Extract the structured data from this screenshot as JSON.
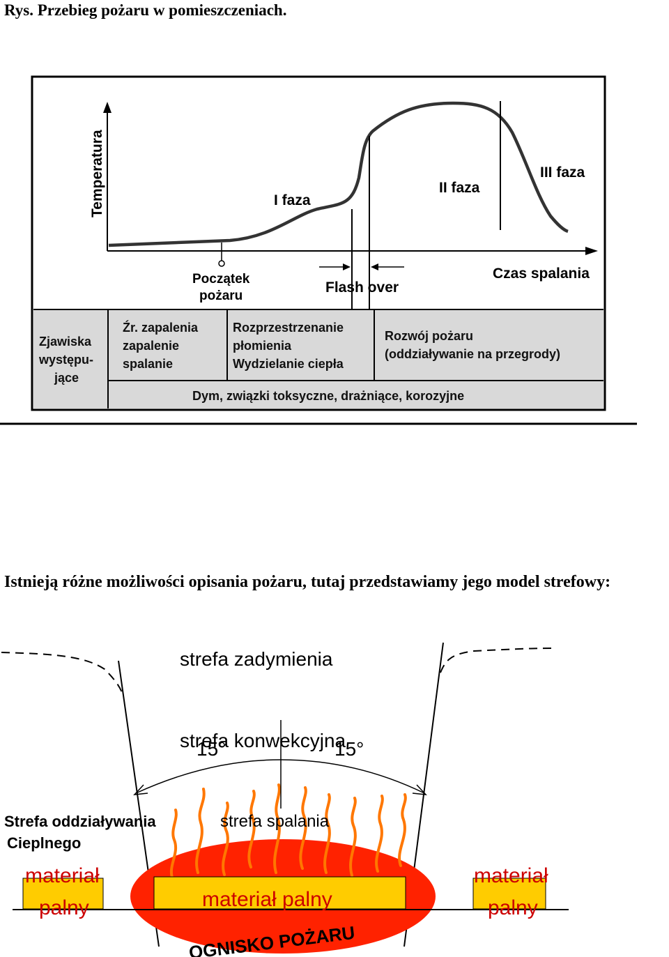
{
  "caption": "Rys. Przebieg pożaru w pomieszczeniach.",
  "chart": {
    "ylabel": "Temperatura",
    "xlabel": "Czas spalania",
    "phase1": "I faza",
    "phase2": "II faza",
    "phase3": "III faza",
    "start_line1": "Początek",
    "start_line2": "pożaru",
    "flashover": "Flash over",
    "table": {
      "header_line1": "Zjawiska",
      "header_line2": "występu-",
      "header_line3": "jące",
      "col1": [
        "Źr. zapalenia",
        "zapalenie",
        "spalanie"
      ],
      "col2": [
        "Rozprzestrzenanie",
        "płomienia",
        "Wydzielanie ciepła"
      ],
      "col3": [
        "Rozwój pożaru",
        "(oddziaływanie na przegrody)"
      ],
      "bottom": "Dym, związki toksyczne, drażniące, korozyjne"
    }
  },
  "paragraph": "Istnieją różne możliwości opisania pożaru, tutaj przedstawiamy jego model strefowy:",
  "zones": {
    "smoke": "strefa zadymienia",
    "convection": "strefa konwekcyjna",
    "angle_left": "15°",
    "angle_right": "15°",
    "combustion": "strefa spalania",
    "heat_line1": "Strefa oddziaływania",
    "heat_line2": "Cieplnego",
    "fuel_left_line1": "materiał",
    "fuel_left_line2": "palny",
    "fuel_center": "materiał palny",
    "fuel_right_line1": "materiał",
    "fuel_right_line2": "palny",
    "fire_source": "OGNISKO POŻARU"
  },
  "colors": {
    "fire_red": "#ff2200",
    "flame_orange": "#ff7700",
    "fuel_yellow": "#ffcc00",
    "fuel_text": "#cc0000",
    "table_gray": "#d9d9d9"
  }
}
